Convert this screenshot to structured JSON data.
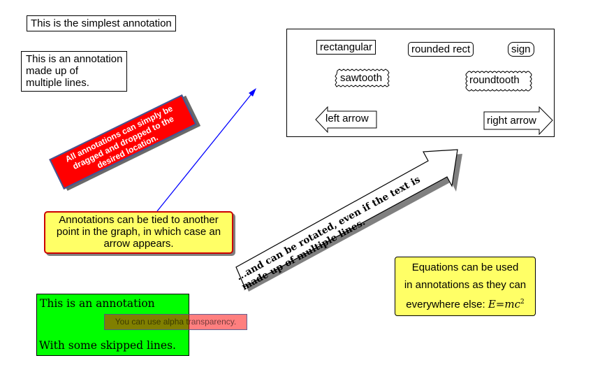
{
  "annotations": {
    "simplest": "This is the simplest annotation",
    "multiline": [
      "This is an annotation",
      "made up of",
      "multiple  lines."
    ],
    "drag": [
      "All annotations can simply be",
      "dragged and dropped to the",
      "desired location."
    ],
    "tied": [
      "Annotations can be tied to another",
      "point in the graph, in which case an",
      "arrow appears."
    ],
    "rotated": [
      "...and can be rotated, even if the text is",
      "made up of multiple lines."
    ],
    "equation": {
      "line1": "Equations can be used",
      "line2": "in annotations as they can",
      "line3": "everywhere else: ",
      "E": "E",
      "eq": "=",
      "mc": "mc",
      "exp": "2"
    },
    "green": {
      "line1": "This is an annotation",
      "line2": "With some skipped lines."
    },
    "alpha": "You can use alpha transparency."
  },
  "shapes": {
    "rectangular": "rectangular",
    "rounded_rect": "rounded rect",
    "sign": "sign",
    "sawtooth": "sawtooth",
    "roundtooth": "roundtooth",
    "left_arrow": "left arrow",
    "right_arrow": "right arrow"
  },
  "colors": {
    "drag_bg": "#ff0000",
    "drag_border": "#3a5a9a",
    "yellow_bg": "#ffff66",
    "tied_border": "#cc0000",
    "green_bg": "#00ff00",
    "alpha_bg": "#ff7f7f",
    "arrow": "#0000ff"
  }
}
